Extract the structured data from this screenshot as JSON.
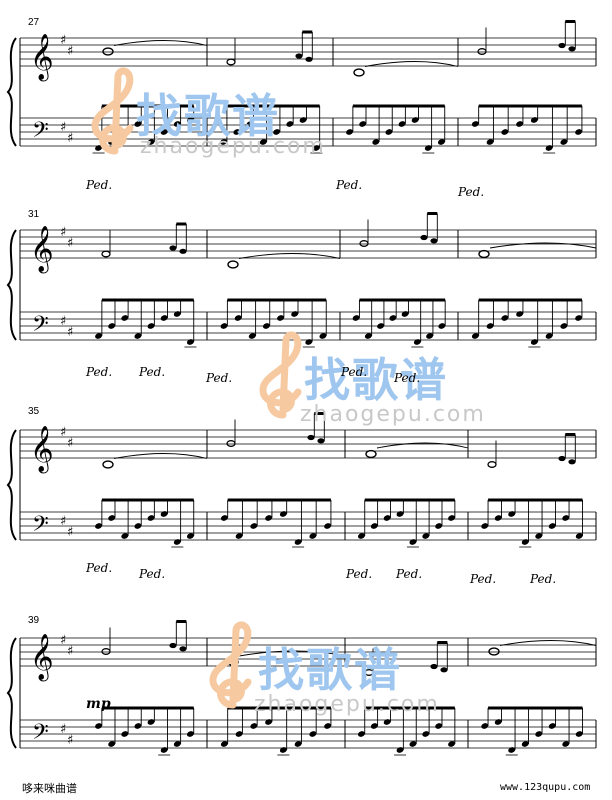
{
  "page": {
    "footer_left": "哆来咪曲谱",
    "footer_right": "www.123qupu.com"
  },
  "watermarks": [
    {
      "text_cn": "找歌谱",
      "text_url": "zhaogepu.com"
    },
    {
      "text_cn": "找歌谱",
      "text_url": "zhaogepu.com"
    },
    {
      "text_cn": "找歌谱",
      "text_url": "zhaogepu.com"
    }
  ],
  "systems": [
    {
      "measure_number": "27",
      "pedal_marks": [
        "Ped.",
        "Ped.",
        "Ped."
      ]
    },
    {
      "measure_number": "31",
      "pedal_marks": [
        "Ped.",
        "Ped.",
        "Ped.",
        "Ped.",
        "Ped."
      ]
    },
    {
      "measure_number": "35",
      "pedal_marks": [
        "Ped.",
        "Ped.",
        "Ped.",
        "Ped.",
        "Ped.",
        "Ped."
      ]
    },
    {
      "measure_number": "39",
      "dynamic": "mp"
    }
  ],
  "colors": {
    "ink": "#000000",
    "watermark_orange": "#f6c9a0",
    "watermark_blue": "#9fc6ee",
    "watermark_grey": "#c8c8c8"
  }
}
